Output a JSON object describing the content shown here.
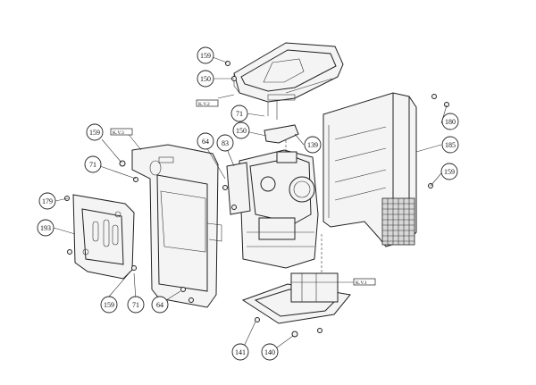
{
  "callouts": [
    {
      "id": "c1",
      "text": "K.V.2"
    },
    {
      "id": "c2",
      "text": "K.V.3"
    },
    {
      "id": "c3",
      "text": "K.V.1"
    }
  ],
  "bubbles": [
    {
      "id": "b159a",
      "label": "159"
    },
    {
      "id": "b150a",
      "label": "150"
    },
    {
      "id": "b71a",
      "label": "71"
    },
    {
      "id": "b150b",
      "label": "150"
    },
    {
      "id": "b139a",
      "label": "139"
    },
    {
      "id": "b64a",
      "label": "64"
    },
    {
      "id": "b83",
      "label": "83"
    },
    {
      "id": "b159b",
      "label": "159"
    },
    {
      "id": "b71b",
      "label": "71"
    },
    {
      "id": "b179",
      "label": "179"
    },
    {
      "id": "b193",
      "label": "193"
    },
    {
      "id": "b159c",
      "label": "159"
    },
    {
      "id": "b71c",
      "label": "71"
    },
    {
      "id": "b64b",
      "label": "64"
    },
    {
      "id": "b180",
      "label": "180"
    },
    {
      "id": "b185",
      "label": "185"
    },
    {
      "id": "b159d",
      "label": "159"
    },
    {
      "id": "b141",
      "label": "141"
    },
    {
      "id": "b140",
      "label": "140"
    }
  ]
}
